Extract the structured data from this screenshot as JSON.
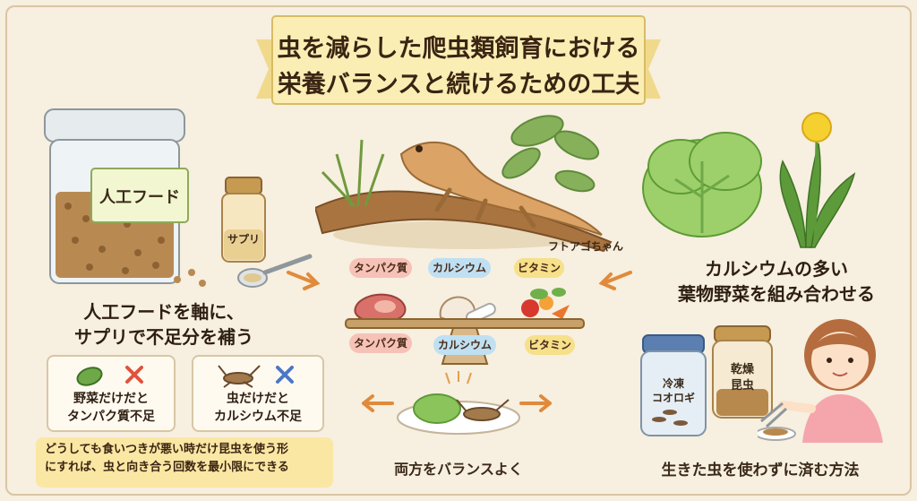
{
  "title": {
    "line1": "虫を減らした爬虫類飼育における",
    "line2": "栄養バランスと続けるための工夫"
  },
  "lizard_label": "フトアゴちゃん",
  "left_section": {
    "food_label": "人工フード",
    "supplement_label": "サプリ",
    "caption_line1": "人工フードを軸に、",
    "caption_line2": "サプリで不足分を補う"
  },
  "right_section": {
    "caption_line1": "カルシウムの多い",
    "caption_line2": "葉物野菜を組み合わせる"
  },
  "nutrients_top": [
    "タンパク質",
    "カルシウム",
    "ビタミン"
  ],
  "nutrients_bottom": [
    "タンパク質",
    "カルシウム",
    "ビタミン"
  ],
  "colors": {
    "protein": "#f6c2b8",
    "calcium": "#bfe0f2",
    "vitamin": "#f6e08a",
    "cross_red": "#e0523e",
    "cross_blue": "#4b78c6"
  },
  "cards": [
    {
      "line1": "野菜だけだと",
      "line2": "タンパク質不足",
      "icon": "leaf-icon"
    },
    {
      "line1": "虫だけだと",
      "line2": "カルシウム不足",
      "icon": "cricket-icon"
    }
  ],
  "note": {
    "line1": "どうしても食いつきが悪い時だけ昆虫を使う形",
    "line2": "にすれば、虫と向き合う回数を最小限にできる"
  },
  "balance_caption": "両方をバランスよく",
  "jars": {
    "frozen_line1": "冷凍",
    "frozen_line2": "コオロギ",
    "dried_line1": "乾燥",
    "dried_line2": "昆虫"
  },
  "bottom_right_caption": "生きた虫を使わずに済む方法"
}
